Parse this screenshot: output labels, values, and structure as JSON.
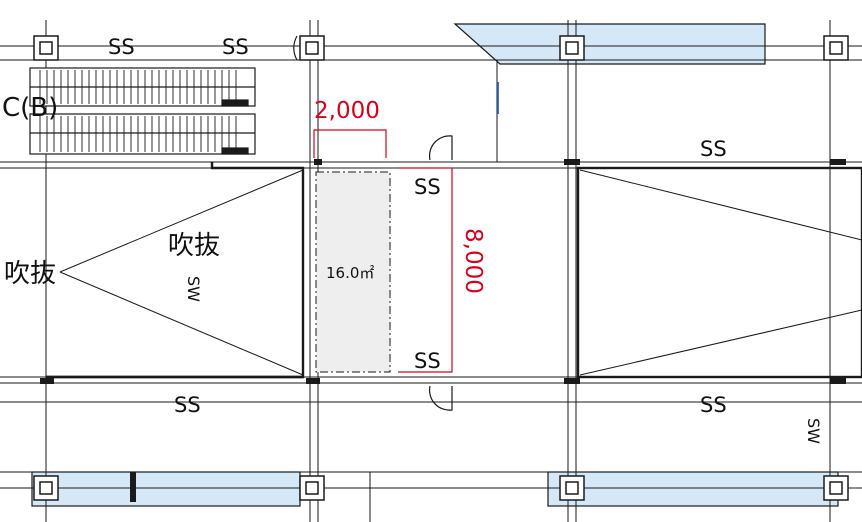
{
  "labels": {
    "ss": "SS",
    "sw": "SW",
    "fukinuke": "吹抜",
    "fukinuke_partial": "吹抜",
    "escalator_code": "C(B)"
  },
  "dimensions": {
    "width": "2,000",
    "length": "8,000"
  },
  "area": "16.0㎡",
  "colors": {
    "dimension_red": "#d9001b",
    "line_black": "#1a1a1a",
    "glass_blue": "#d5e8f7",
    "area_fill": "#eeeeee",
    "accent_blue": "#2f5fc4"
  }
}
